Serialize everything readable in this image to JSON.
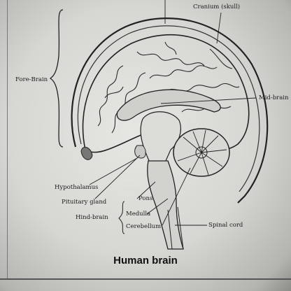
{
  "diagram": {
    "caption": "Human brain",
    "labels": {
      "cranium": "Cranium (skull)",
      "fore_brain": "Fore-Brain",
      "mid_brain": "Mid-brain",
      "hypothalamus": "Hypothalamus",
      "pituitary": "Pituitary gland",
      "hind_brain": "Hind-brain",
      "pons": "Pons",
      "medulla": "Medulla",
      "cerebellum": "Cerebellum",
      "spinal_cord": "Spinal cord"
    }
  }
}
